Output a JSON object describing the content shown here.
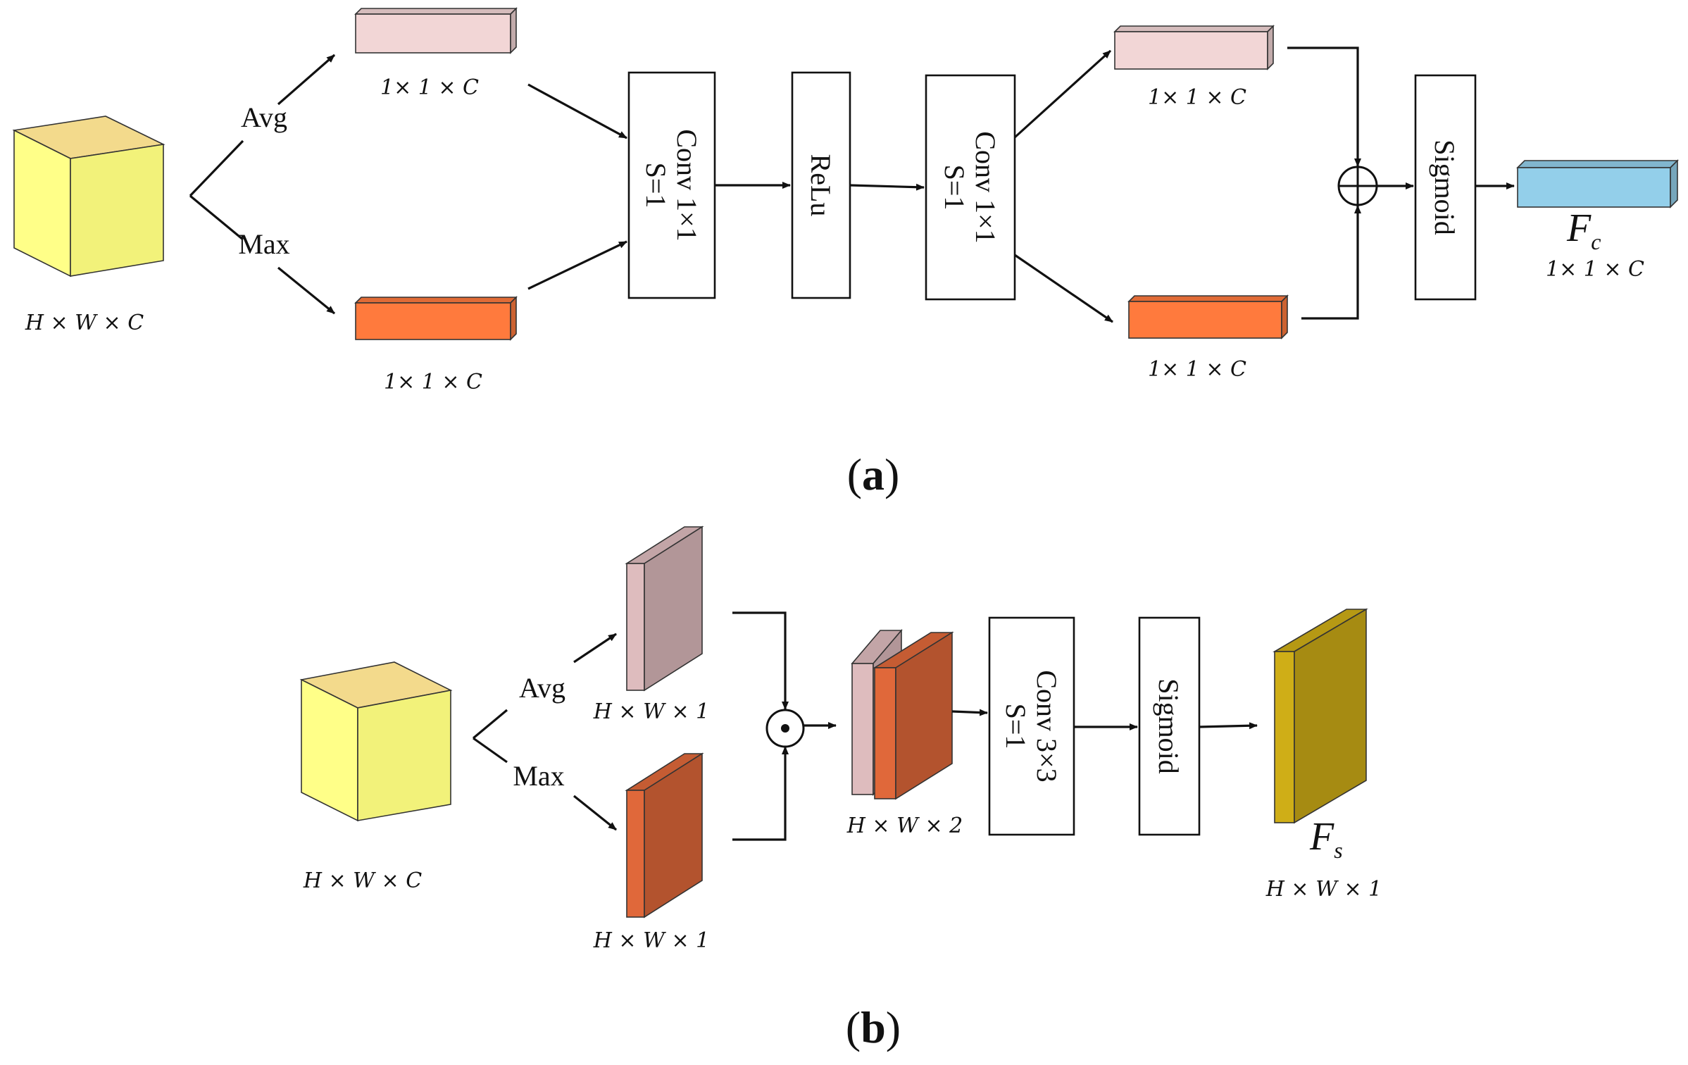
{
  "colors": {
    "cube_front": "#FFFF88",
    "cube_top": "#F3DA8C",
    "cube_side": "#F2F27A",
    "avg_bar": "#F2D6D6",
    "max_bar": "#FF7A3D",
    "out_bar": "#93CFEA",
    "avg_map": "#DEBCBE",
    "max_map": "#E0683A",
    "out_map": "#CFAE17",
    "line": "#111111"
  },
  "panel_a": {
    "caption": "(a)",
    "input_dim": "H × W × C",
    "avg_label": "Avg",
    "max_label": "Max",
    "avg_bar_dim": "1× 1 × C",
    "max_bar_dim": "1× 1 × C",
    "conv1": {
      "line1": "Conv 1×1",
      "line2": "S=1"
    },
    "relu": "ReLu",
    "conv2": {
      "line1": "Conv 1×1",
      "line2": "S=1"
    },
    "avg_out_dim": "1× 1 × C",
    "max_out_dim": "1× 1 × C",
    "sum_icon": "circle-plus-icon",
    "sigmoid": "Sigmoid",
    "output_symbol": "F",
    "output_subscript": "c",
    "output_dim": "1× 1 × C"
  },
  "panel_b": {
    "caption": "(b)",
    "input_dim": "H × W × C",
    "avg_label": "Avg",
    "max_label": "Max",
    "avg_map_dim": "H × W × 1",
    "max_map_dim": "H × W × 1",
    "concat_icon": "circle-dot-icon",
    "stack_dim": "H × W × 2",
    "conv": {
      "line1": "Conv 3×3",
      "line2": "S=1"
    },
    "sigmoid": "Sigmoid",
    "output_symbol": "F",
    "output_subscript": "s",
    "output_dim": "H × W × 1"
  }
}
